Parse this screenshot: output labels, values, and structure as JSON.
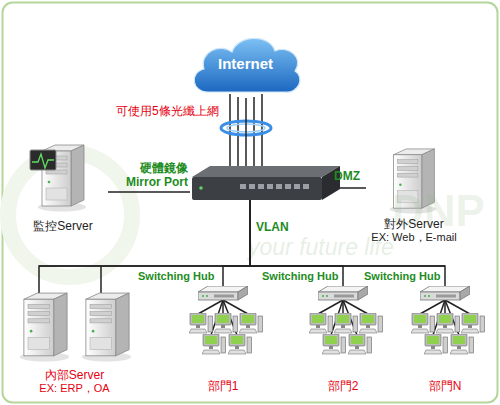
{
  "diagram": {
    "nodes": [
      {
        "text": [
          "Internet"
        ]
      },
      {
        "text": []
      },
      {
        "text": [
          "監控Server"
        ]
      },
      {
        "text": [
          "對外Server",
          "EX: Web，E-mail"
        ]
      },
      {
        "text": [
          "內部Server",
          "EX: ERP，OA"
        ]
      },
      {
        "text": [
          "Switching Hub"
        ]
      },
      {
        "text": [
          "部門1"
        ]
      },
      {
        "text": [
          "Switching Hub"
        ]
      },
      {
        "text": [
          "部門2"
        ]
      },
      {
        "text": [
          "Switching Hub"
        ]
      },
      {
        "text": [
          "部門N"
        ]
      }
    ],
    "edges": [
      {
        "from": 0,
        "to": 1,
        "arrow": "none",
        "label": "可使用5條光纖上網"
      },
      {
        "from": 1,
        "to": 2,
        "arrow": "none",
        "label": "硬體鏡像 Mirror Port"
      },
      {
        "from": 1,
        "to": 3,
        "arrow": "none",
        "label": "DMZ"
      },
      {
        "from": 1,
        "to": 4,
        "arrow": "none"
      },
      {
        "from": 1,
        "to": 5,
        "arrow": "none"
      },
      {
        "from": 1,
        "to": 7,
        "arrow": "none"
      },
      {
        "from": 1,
        "to": 9,
        "arrow": "none"
      },
      {
        "from": 5,
        "to": 6,
        "arrow": "none"
      },
      {
        "from": 7,
        "to": 8,
        "arrow": "none"
      },
      {
        "from": 9,
        "to": 10,
        "arrow": "none"
      }
    ],
    "labels": [
      "VLAN",
      "DNP",
      "your future life"
    ]
  }
}
